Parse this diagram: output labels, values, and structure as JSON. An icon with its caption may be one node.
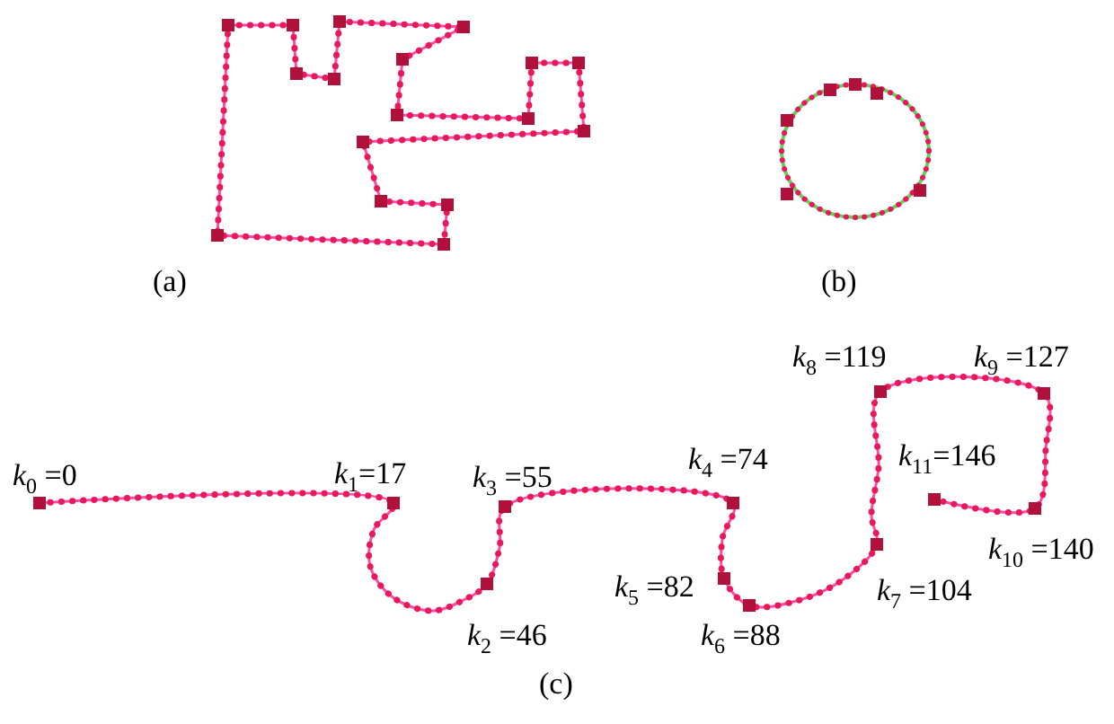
{
  "diagram": {
    "labels": [
      "(a)",
      "(b)",
      "*k*$_{8}$ =119",
      "*k*$_{9}$ =127",
      "*k*$_{0}$ =0",
      "*k*$_{1}$=17",
      "*k*$_{3}$ =55",
      "*k*$_{4}$ =74",
      "*k*$_{11}$=146",
      "*k*$_{10}$ =140",
      "*k*$_{5}$ =82",
      "*k*$_{7}$ =104",
      "*k*$_{2}$ =46",
      "*k*$_{6}$ =88",
      "(c)"
    ]
  }
}
